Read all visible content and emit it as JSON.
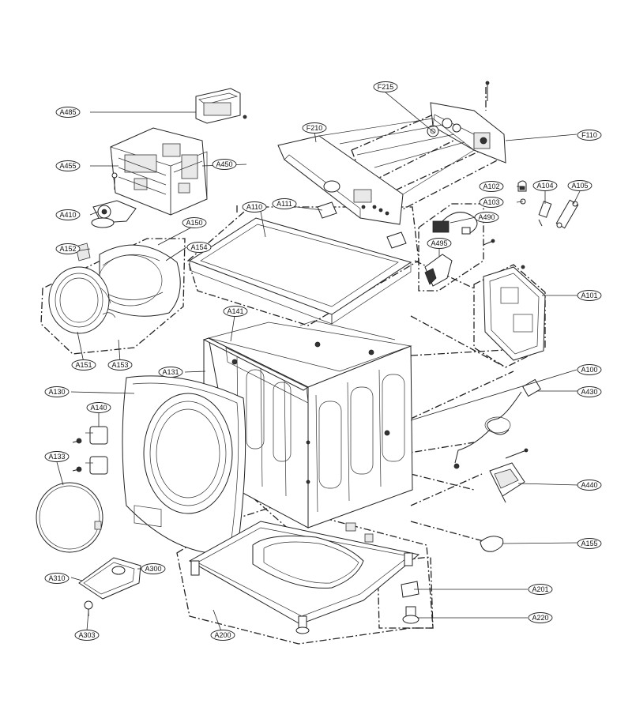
{
  "labels": [
    {
      "id": "A485",
      "text": "A485"
    },
    {
      "id": "A455",
      "text": "A455"
    },
    {
      "id": "A450",
      "text": "A450"
    },
    {
      "id": "A410",
      "text": "A410"
    },
    {
      "id": "A150",
      "text": "A150"
    },
    {
      "id": "A152",
      "text": "A152"
    },
    {
      "id": "A154",
      "text": "A154"
    },
    {
      "id": "A151",
      "text": "A151"
    },
    {
      "id": "A153",
      "text": "A153"
    },
    {
      "id": "A110",
      "text": "A110"
    },
    {
      "id": "A111",
      "text": "A111"
    },
    {
      "id": "F215",
      "text": "F215"
    },
    {
      "id": "F210",
      "text": "F210"
    },
    {
      "id": "F110",
      "text": "F110"
    },
    {
      "id": "A102",
      "text": "A102"
    },
    {
      "id": "A103",
      "text": "A103"
    },
    {
      "id": "A104",
      "text": "A104"
    },
    {
      "id": "A105",
      "text": "A105"
    },
    {
      "id": "A490",
      "text": "A490"
    },
    {
      "id": "A495",
      "text": "A495"
    },
    {
      "id": "A101",
      "text": "A101"
    },
    {
      "id": "A100",
      "text": "A100"
    },
    {
      "id": "A430",
      "text": "A430"
    },
    {
      "id": "A440",
      "text": "A440"
    },
    {
      "id": "A155",
      "text": "A155"
    },
    {
      "id": "A141",
      "text": "A141"
    },
    {
      "id": "A131",
      "text": "A131"
    },
    {
      "id": "A130",
      "text": "A130"
    },
    {
      "id": "A140",
      "text": "A140"
    },
    {
      "id": "A133",
      "text": "A133"
    },
    {
      "id": "A310",
      "text": "A310"
    },
    {
      "id": "A300",
      "text": "A300"
    },
    {
      "id": "A303",
      "text": "A303"
    },
    {
      "id": "A200",
      "text": "A200"
    },
    {
      "id": "A201",
      "text": "A201"
    },
    {
      "id": "A220",
      "text": "A220"
    }
  ]
}
